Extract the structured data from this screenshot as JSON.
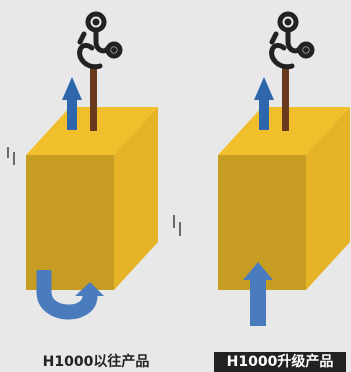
{
  "panels": [
    {
      "caption": "H1000以往产品"
    },
    {
      "caption": "H1000升级产品"
    }
  ],
  "colors": {
    "cube_top": "#f1bf2c",
    "cube_front": "#c79c22",
    "cube_side": "#e6b226",
    "arrow_blue": "#2e66ad",
    "curve_blue": "#4a7cbd",
    "rod_brown": "#6a3a1f",
    "hook_black": "#222222",
    "background": "#e8e8e8"
  },
  "icons": [
    "fishing-hook-icon",
    "up-arrow-icon",
    "u-turn-arrow-icon",
    "rod"
  ]
}
